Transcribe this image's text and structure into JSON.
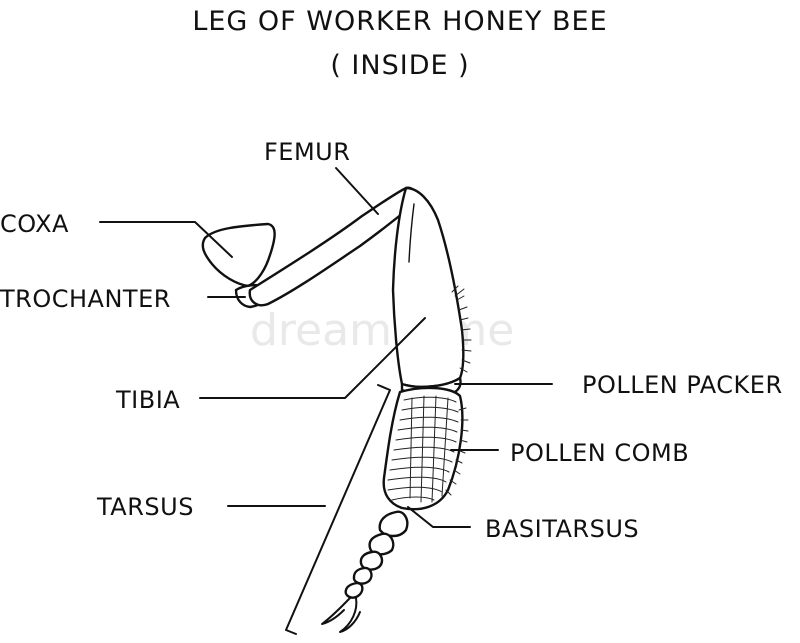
{
  "title": {
    "line1": "LEG OF WORKER HONEY BEE",
    "line2": "( INSIDE )"
  },
  "labels": {
    "femur": "FEMUR",
    "coxa": "COXA",
    "trochanter": "TROCHANTER",
    "tibia": "TIBIA",
    "tarsus": "TARSUS",
    "pollen_packer": "POLLEN PACKER",
    "pollen_comb": "POLLEN COMB",
    "basitarsus": "BASITARSUS"
  },
  "watermark": "dreamstime",
  "colors": {
    "ink": "#111111",
    "background": "#ffffff"
  }
}
